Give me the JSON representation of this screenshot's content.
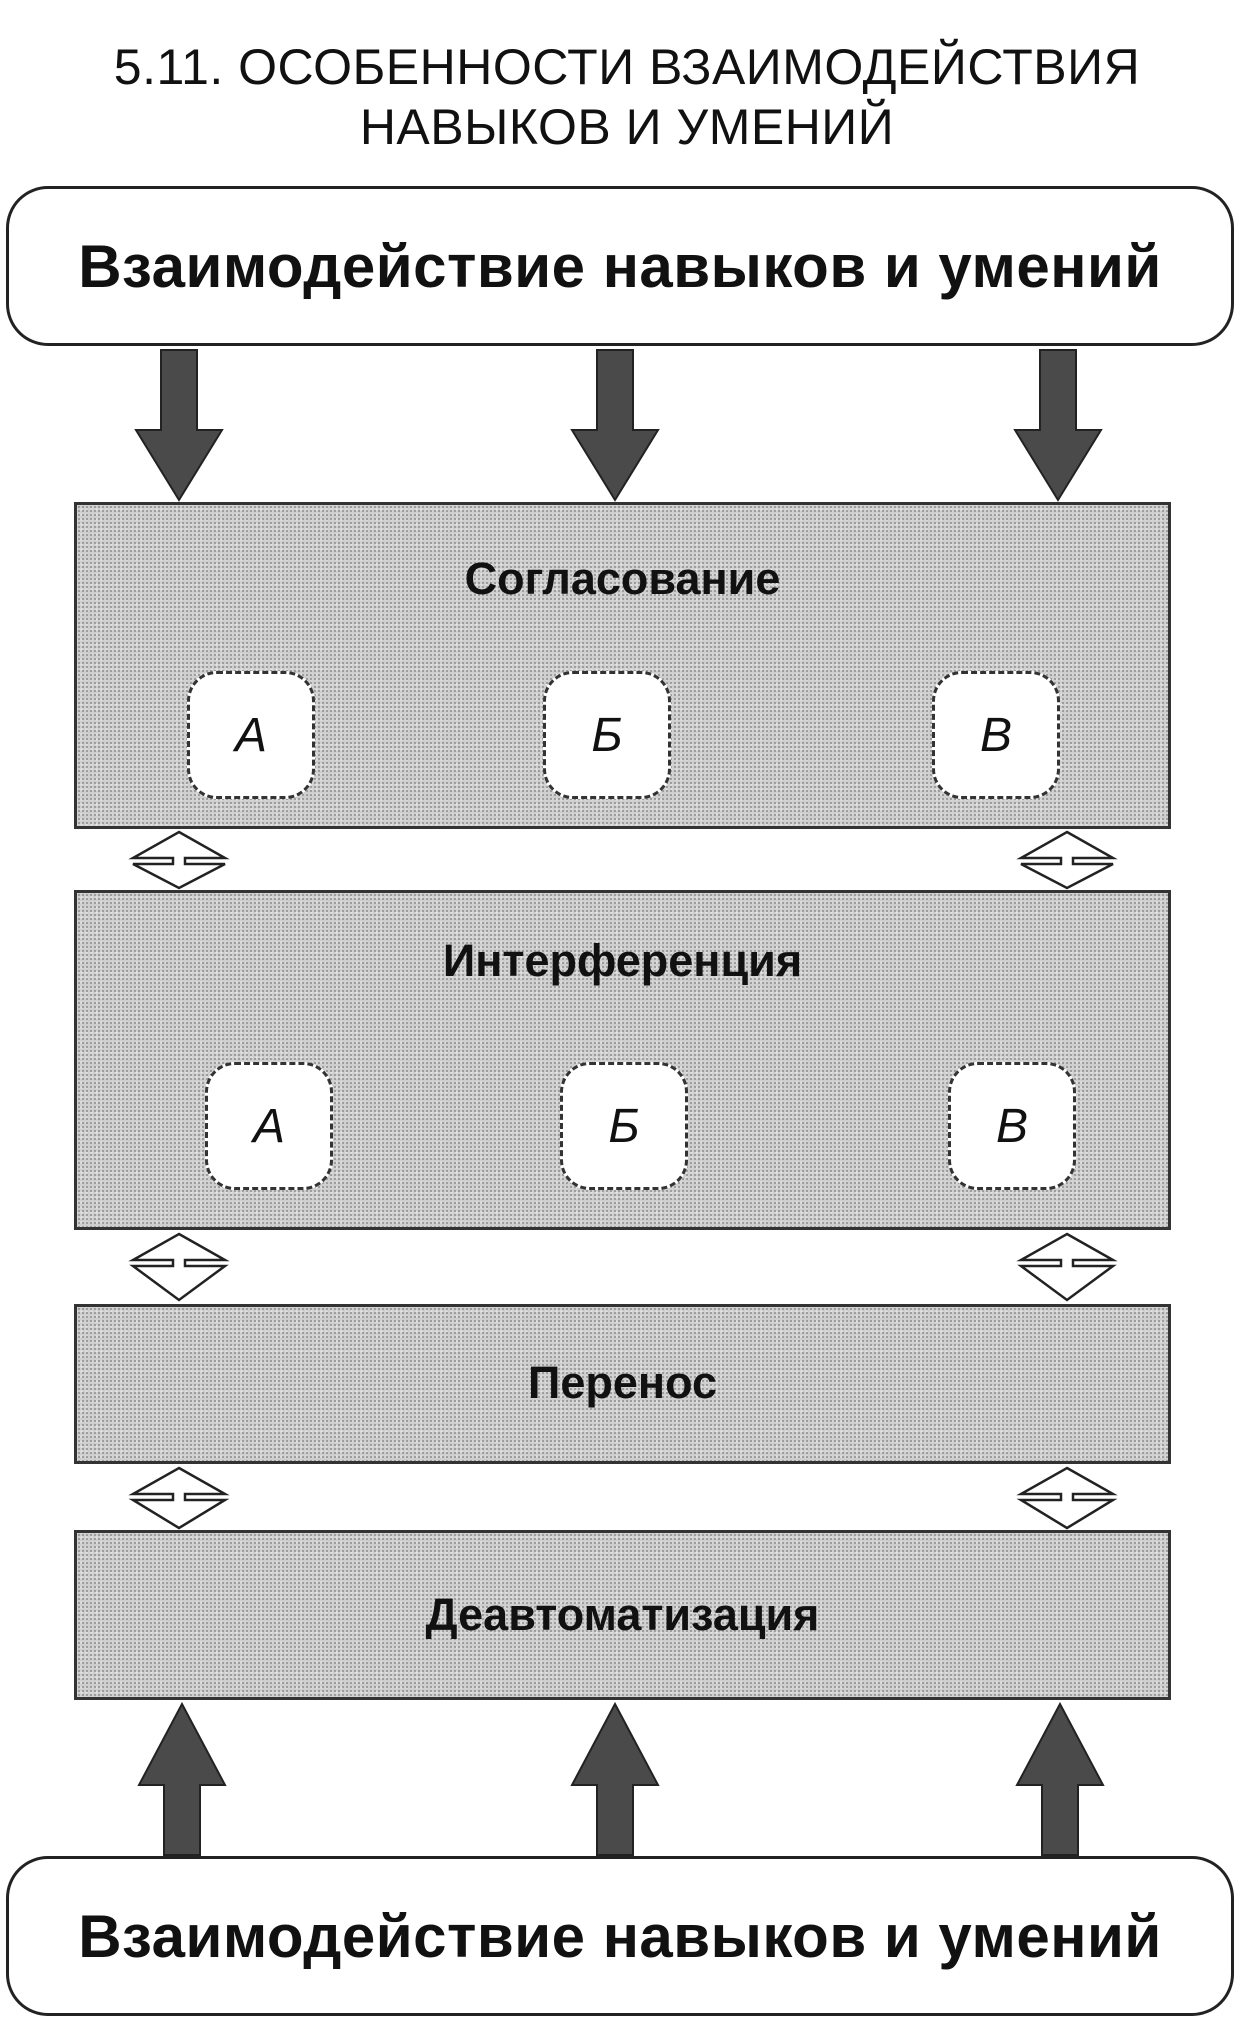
{
  "title": {
    "line1": "5.11. ОСОБЕННОСТИ ВЗАИМОДЕЙСТВИЯ",
    "line2": "НАВЫКОВ И УМЕНИЙ"
  },
  "top_box": {
    "label": "Взаимодействие навыков и умений"
  },
  "bottom_box": {
    "label": "Взаимодействие навыков и умений"
  },
  "bands": [
    {
      "label": "Согласование",
      "slots": [
        "А",
        "Б",
        "В"
      ]
    },
    {
      "label": "Интерференция",
      "slots": [
        "А",
        "Б",
        "В"
      ]
    },
    {
      "label": "Перенос"
    },
    {
      "label": "Деавтоматизация"
    }
  ],
  "colors": {
    "band_fill": "#cfcfcf",
    "arrow_fill": "#4a4a4a",
    "border": "#222222"
  },
  "icons": {
    "down_arrow": "down-arrow-icon",
    "up_arrow": "up-arrow-icon",
    "bidirectional": "double-arrow-icon"
  }
}
